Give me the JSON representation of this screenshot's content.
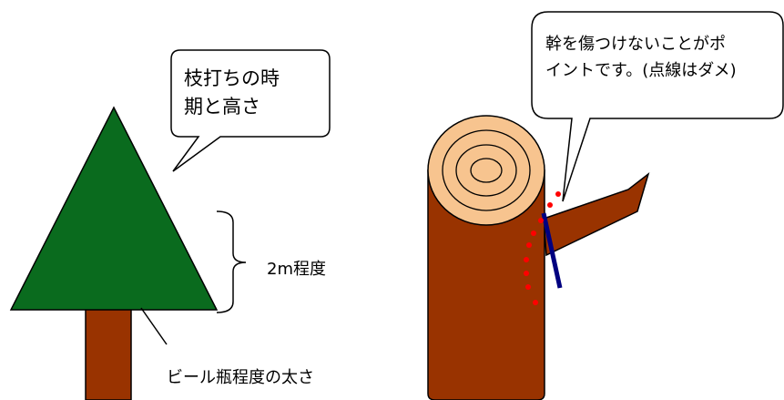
{
  "tree": {
    "callout_line1": "枝打ちの時",
    "callout_line2": "期と高さ",
    "height_label": "2m程度",
    "thickness_label": "ビール瓶程度の太さ",
    "foliage_color": "#0a6b1e",
    "trunk_color": "#993300"
  },
  "log": {
    "callout_line1": "幹を傷つけないことがポ",
    "callout_line2": "イントです。(点線はダメ)",
    "wood_color": "#993300",
    "cut_face_color": "#f7c48f",
    "dotted_line_color": "#ff0000",
    "solid_line_color": "#000080"
  }
}
